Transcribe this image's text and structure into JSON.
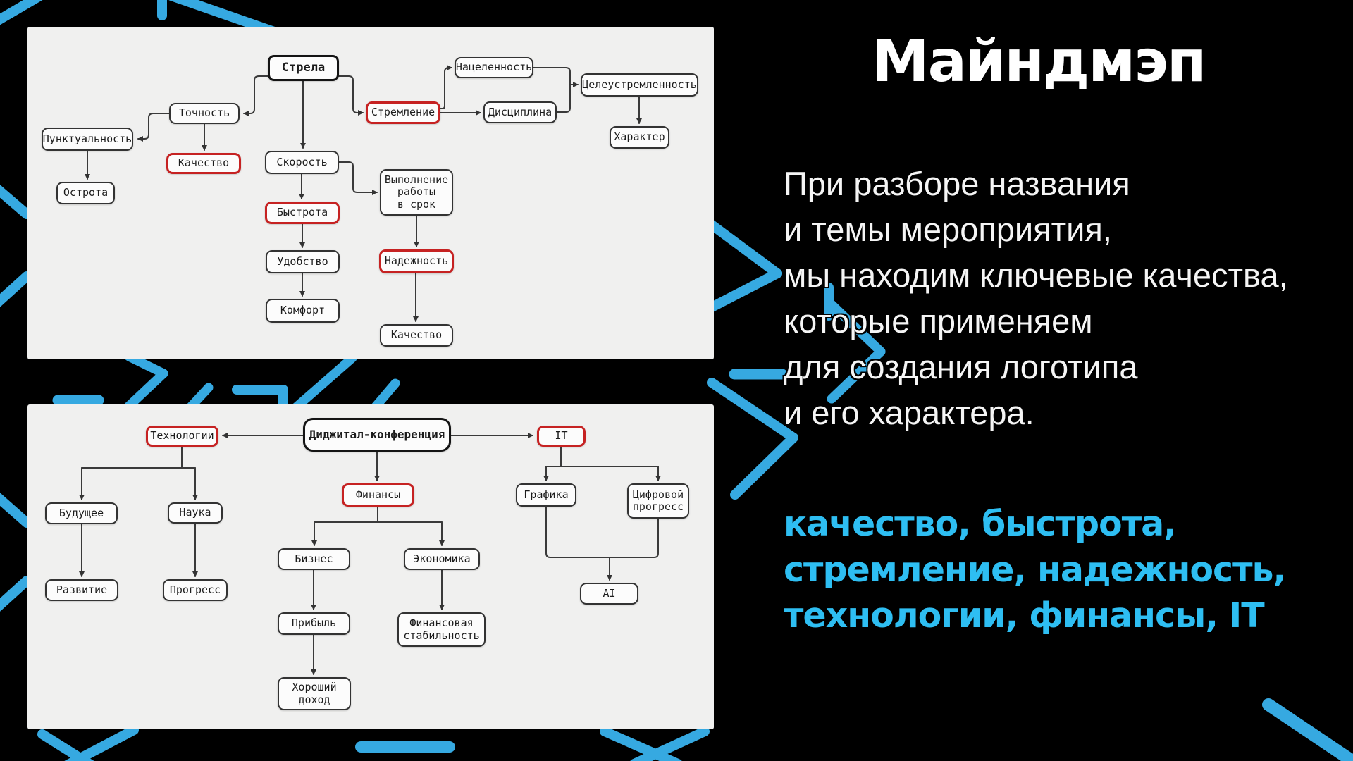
{
  "title": "Майндмэп",
  "paragraph": "При разборе названия\nи темы мероприятия,\nмы находим ключевые качества,\nкоторые применяем\nдля создания логотипа\nи его характера.",
  "highlight": "качество, быстрота,\nстремление, надежность,\nтехнологии, финансы, IT",
  "colors": {
    "page": "#000000",
    "panel": "#f0f0ef",
    "accent": "#2ebef2",
    "decor": "#36a9e1",
    "border": "#333333",
    "red": "#c62222"
  },
  "mindmap_arrow": {
    "nodes": [
      {
        "label": "Стрела",
        "style": "root"
      },
      {
        "label": "Точность",
        "style": "normal"
      },
      {
        "label": "Пунктуальность",
        "style": "normal"
      },
      {
        "label": "Качество",
        "style": "red"
      },
      {
        "label": "Острота",
        "style": "normal"
      },
      {
        "label": "Скорость",
        "style": "normal"
      },
      {
        "label": "Быстрота",
        "style": "red"
      },
      {
        "label": "Удобство",
        "style": "normal"
      },
      {
        "label": "Комфорт",
        "style": "normal"
      },
      {
        "label": "Выполнение\nработы\nв срок",
        "style": "normal"
      },
      {
        "label": "Надежность",
        "style": "red"
      },
      {
        "label": "Качество",
        "style": "normal"
      },
      {
        "label": "Стремление",
        "style": "red"
      },
      {
        "label": "Нацеленность",
        "style": "normal"
      },
      {
        "label": "Дисциплина",
        "style": "normal"
      },
      {
        "label": "Целеустремленность",
        "style": "normal"
      },
      {
        "label": "Характер",
        "style": "normal"
      }
    ],
    "edges": [
      [
        "Стрела",
        "Точность"
      ],
      [
        "Стрела",
        "Скорость"
      ],
      [
        "Стрела",
        "Стремление"
      ],
      [
        "Точность",
        "Пунктуальность"
      ],
      [
        "Точность",
        "Качество"
      ],
      [
        "Пунктуальность",
        "Острота"
      ],
      [
        "Скорость",
        "Быстрота"
      ],
      [
        "Скорость",
        "Выполнение работы в срок"
      ],
      [
        "Быстрота",
        "Удобство"
      ],
      [
        "Удобство",
        "Комфорт"
      ],
      [
        "Выполнение работы в срок",
        "Надежность"
      ],
      [
        "Надежность",
        "Качество"
      ],
      [
        "Стремление",
        "Нацеленность"
      ],
      [
        "Стремление",
        "Дисциплина"
      ],
      [
        "Нацеленность",
        "Целеустремленность"
      ],
      [
        "Дисциплина",
        "Целеустремленность"
      ],
      [
        "Целеустремленность",
        "Характер"
      ]
    ]
  },
  "mindmap_conf": {
    "nodes": [
      {
        "label": "Диджитал-конференция",
        "style": "root"
      },
      {
        "label": "Технологии",
        "style": "red"
      },
      {
        "label": "IT",
        "style": "red"
      },
      {
        "label": "Финансы",
        "style": "red"
      },
      {
        "label": "Будущее",
        "style": "normal"
      },
      {
        "label": "Наука",
        "style": "normal"
      },
      {
        "label": "Развитие",
        "style": "normal"
      },
      {
        "label": "Прогресс",
        "style": "normal"
      },
      {
        "label": "Бизнес",
        "style": "normal"
      },
      {
        "label": "Экономика",
        "style": "normal"
      },
      {
        "label": "Прибыль",
        "style": "normal"
      },
      {
        "label": "Финансовая\nстабильность",
        "style": "normal"
      },
      {
        "label": "Хороший\nдоход",
        "style": "normal"
      },
      {
        "label": "Графика",
        "style": "normal"
      },
      {
        "label": "Цифровой\nпрогресс",
        "style": "normal"
      },
      {
        "label": "AI",
        "style": "normal"
      }
    ],
    "edges": [
      [
        "Диджитал-конференция",
        "Технологии"
      ],
      [
        "Диджитал-конференция",
        "IT"
      ],
      [
        "Диджитал-конференция",
        "Финансы"
      ],
      [
        "Технологии",
        "Будущее"
      ],
      [
        "Технологии",
        "Наука"
      ],
      [
        "Будущее",
        "Развитие"
      ],
      [
        "Наука",
        "Прогресс"
      ],
      [
        "Финансы",
        "Бизнес"
      ],
      [
        "Финансы",
        "Экономика"
      ],
      [
        "Бизнес",
        "Прибыль"
      ],
      [
        "Прибыль",
        "Хороший доход"
      ],
      [
        "Экономика",
        "Финансовая стабильность"
      ],
      [
        "IT",
        "Графика"
      ],
      [
        "IT",
        "Цифровой прогресс"
      ],
      [
        "Графика",
        "AI"
      ],
      [
        "Цифровой прогресс",
        "AI"
      ]
    ]
  }
}
